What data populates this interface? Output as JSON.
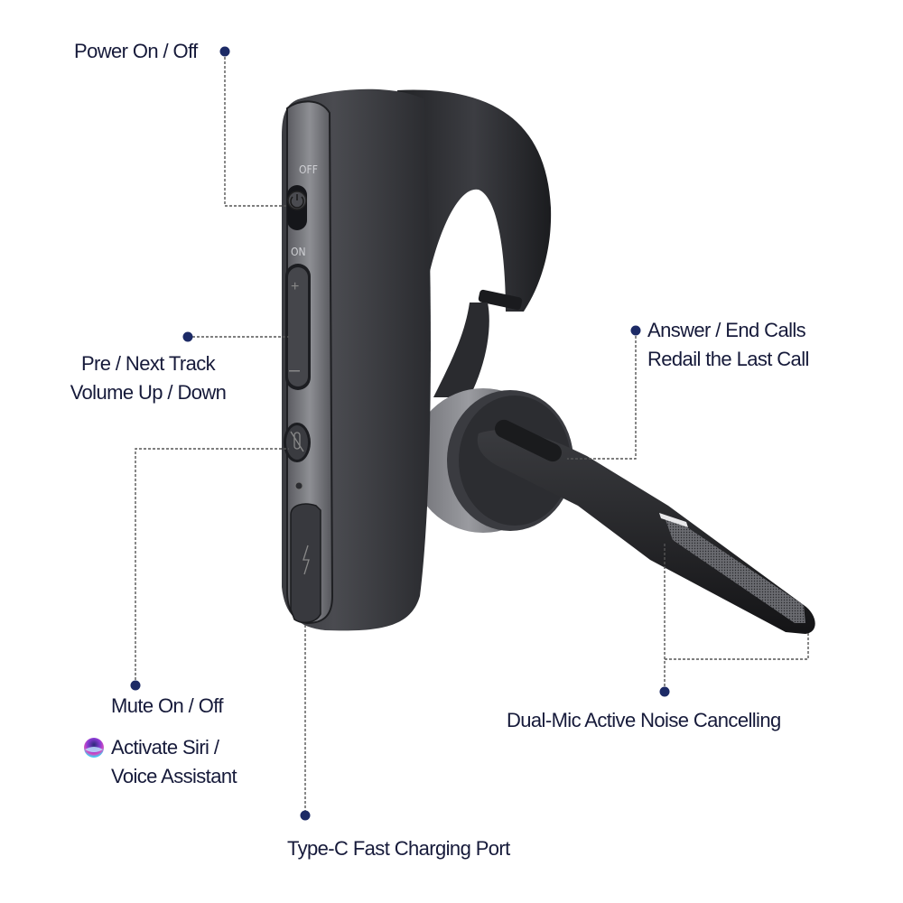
{
  "diagram": {
    "subject": "Bluetooth mono headset with boom microphone",
    "accent_color": "#1c2a66",
    "leader_line_color": "#555555",
    "device_labels": {
      "off_marking": "OFF",
      "on_marking": "ON"
    },
    "callouts": [
      {
        "id": "power",
        "lines": [
          "Power On / Off"
        ]
      },
      {
        "id": "track-volume",
        "lines": [
          "Pre / Next Track",
          "Volume Up / Down"
        ]
      },
      {
        "id": "mute",
        "lines": [
          "Mute On / Off"
        ]
      },
      {
        "id": "siri",
        "icon": "siri-icon",
        "lines": [
          "Activate Siri /",
          "Voice Assistant"
        ]
      },
      {
        "id": "charging",
        "lines": [
          "Type-C Fast Charging Port"
        ]
      },
      {
        "id": "answer",
        "lines": [
          "Answer / End Calls",
          "Redail the Last Call"
        ]
      },
      {
        "id": "noise",
        "lines": [
          "Dual-Mic Active Noise Cancelling"
        ]
      }
    ]
  }
}
